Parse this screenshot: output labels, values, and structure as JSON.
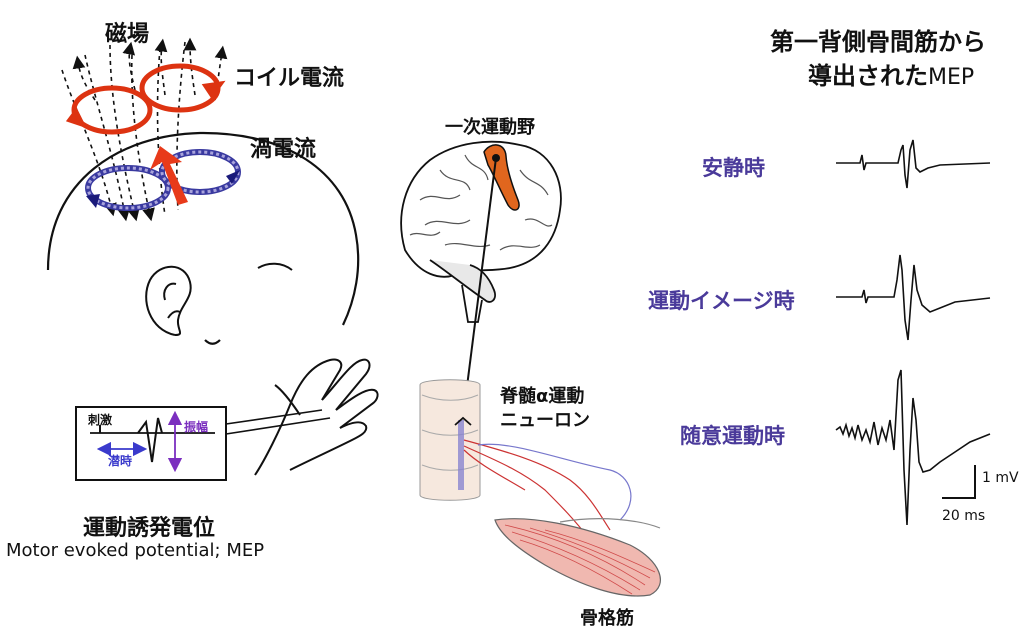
{
  "labels": {
    "magnetic_field": "磁場",
    "coil_current": "コイル電流",
    "eddy_current": "渦電流",
    "stimulus": "刺激",
    "amplitude": "振幅",
    "latency": "潜時",
    "mep_title_jp": "運動誘発電位",
    "mep_title_en": "Motor evoked potential; MEP",
    "primary_motor_cortex": "一次運動野",
    "spinal_alpha_motor_1": "脊髄α運動",
    "spinal_alpha_motor_2": "ニューロン",
    "skeletal_muscle": "骨格筋",
    "right_title_line1": "第一背側骨間筋から",
    "right_title_line2_jp": "導出された",
    "right_title_line2_mep": "MEP",
    "condition_rest": "安静時",
    "condition_imagery": "運動イメージ時",
    "condition_voluntary": "随意運動時",
    "scale_voltage": "1 mV",
    "scale_time": "20 ms"
  },
  "colors": {
    "coil": "#dd3311",
    "eddy": "#3a3aa0",
    "eddy_fill": "#a9a4dc",
    "cortex_area": "#e0661e",
    "condition_text": "#4a3a9a",
    "nerve": "#cc3333"
  }
}
